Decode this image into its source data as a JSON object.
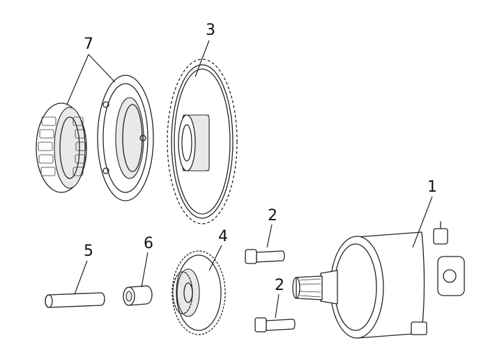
{
  "callouts": [
    {
      "id": "starter-motor",
      "number": "1"
    },
    {
      "id": "bolt-upper",
      "number": "2"
    },
    {
      "id": "bolt-lower",
      "number": "2"
    },
    {
      "id": "starter-gear",
      "number": "3"
    },
    {
      "id": "idler-gear",
      "number": "4"
    },
    {
      "id": "shaft",
      "number": "5"
    },
    {
      "id": "bushing",
      "number": "6"
    },
    {
      "id": "one-way-clutch",
      "number": "7"
    }
  ]
}
